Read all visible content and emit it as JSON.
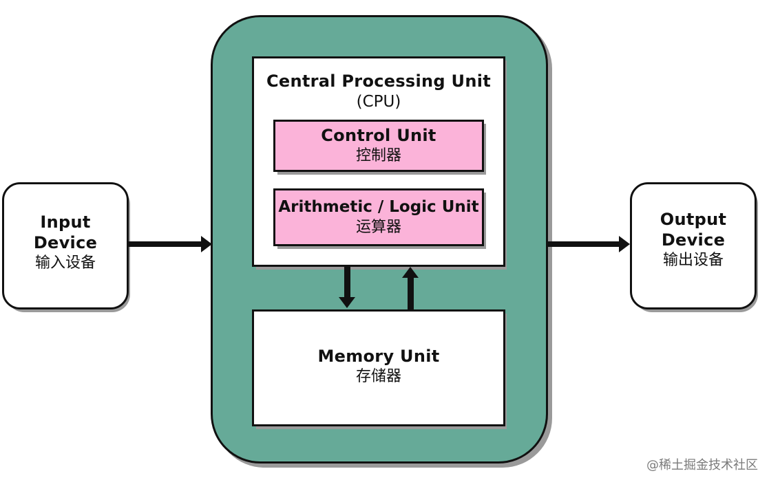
{
  "cpu": {
    "title": "Central Processing Unit",
    "subtitle": "(CPU)"
  },
  "control_unit": {
    "title": "Control Unit",
    "subtitle": "控制器"
  },
  "alu": {
    "title": "Arithmetic / Logic Unit",
    "subtitle": "运算器"
  },
  "memory_unit": {
    "title": "Memory Unit",
    "subtitle": "存储器"
  },
  "input_device": {
    "line1": "Input",
    "line2": "Device",
    "subtitle": "输入设备"
  },
  "output_device": {
    "line1": "Output",
    "line2": "Device",
    "subtitle": "输出设备"
  },
  "watermark": "@稀土掘金技术社区",
  "colors": {
    "computer_green": "#66aa98",
    "unit_pink": "#fbb3d9",
    "outline": "#111111"
  }
}
